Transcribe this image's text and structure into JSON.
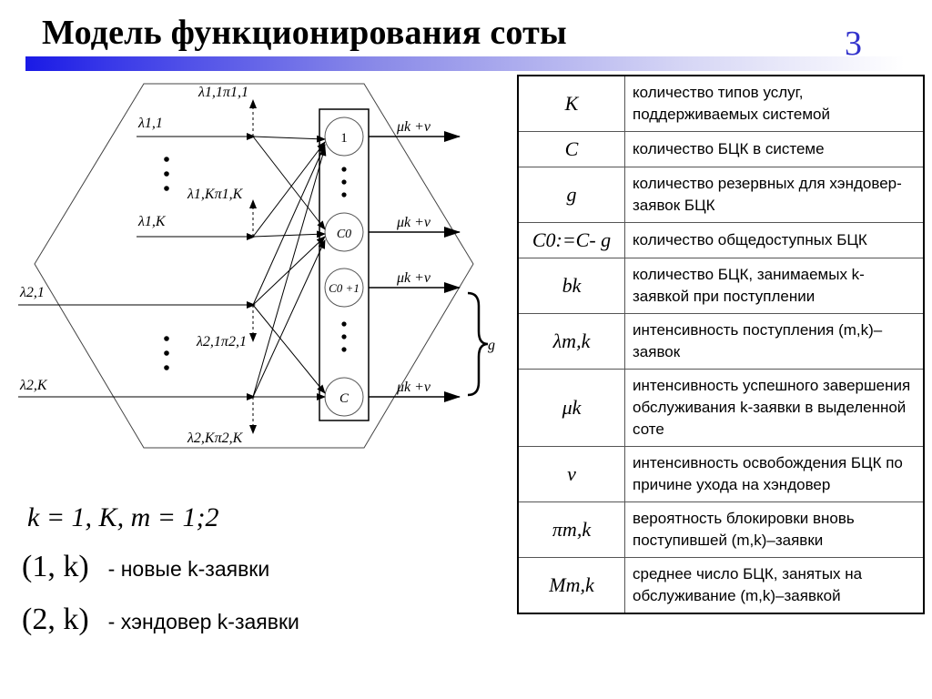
{
  "header": {
    "title": "Модель функционирования соты",
    "slide_number": "3"
  },
  "diagram": {
    "inputs": {
      "l11": "λ1,1",
      "l1K": "λ1,K",
      "l21": "λ2,1",
      "l2K": "λ2,K"
    },
    "blocked": {
      "b11": "λ1,1π1,1",
      "b1K": "λ1,Kπ1,K",
      "b21": "λ2,1π2,1",
      "b2K": "λ2,Kπ2,K"
    },
    "channels": {
      "c1": "1",
      "c0": "C0",
      "c0p1": "C0 +1",
      "c": "C"
    },
    "output_label": "μk +ν",
    "guard_label": "g"
  },
  "legend": {
    "formula": "k = 1, K,  m = 1;2",
    "new_pair": "(1, k)",
    "new_desc": "- новые k-заявки",
    "handover_pair": "(2, k)",
    "handover_desc": "- хэндовер k-заявки"
  },
  "table": {
    "rows": [
      {
        "symbol": "K",
        "desc": "количество типов услуг, поддерживаемых системой"
      },
      {
        "symbol": "C",
        "desc": "количество БЦК в системе"
      },
      {
        "symbol": "g",
        "desc": "количество резервных для хэндовер-заявок БЦК"
      },
      {
        "symbol": "C0:=C- g",
        "desc": "количество общедоступных БЦК"
      },
      {
        "symbol": "bk",
        "desc": "количество БЦК, занимаемых k-заявкой при поступлении"
      },
      {
        "symbol": "λm,k",
        "desc": "интенсивность поступления (m,k)–заявок"
      },
      {
        "symbol": "μk",
        "desc": "интенсивность успешного завершения обслуживания k-заявки в выделенной соте"
      },
      {
        "symbol": "ν",
        "desc": "интенсивность освобождения БЦК по причине ухода на хэндовер"
      },
      {
        "symbol": "πm,k",
        "desc": "вероятность блокировки вновь поступившей (m,k)–заявки"
      },
      {
        "symbol": "Mm,k",
        "desc": "среднее число БЦК, занятых на обслуживание (m,k)–заявкой"
      }
    ]
  }
}
